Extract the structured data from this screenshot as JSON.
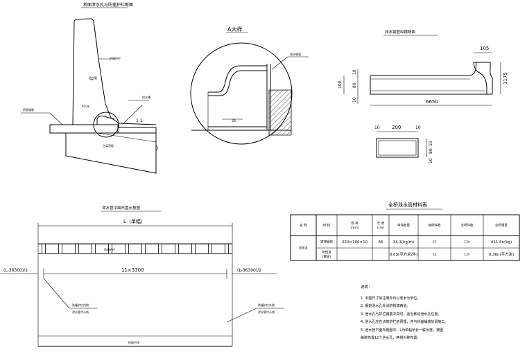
{
  "section_view": {
    "title": "桥面泄水孔与防撞护栏断面",
    "label_barrier": "防撞护栏",
    "label_pipe": "泄水管",
    "label_detail_a": "A大样",
    "label_deck": "桥面铺装",
    "label_slope": "1:1",
    "label_slab": "主梁顶板",
    "label_side": "排水槽"
  },
  "detail_a": {
    "title": "A大样",
    "label_pipe": "排水钢管",
    "dim_25": "25"
  },
  "pipe_view": {
    "title": "排水钢管纵横断面",
    "dim_105": "105",
    "dim_1175": "1175",
    "dim_10a": "10",
    "dim_80": "80",
    "dim_10b": "10",
    "dim_100": "100",
    "dim_6650": "6650",
    "sec_10a": "10",
    "sec_200": "200",
    "sec_10b": "10",
    "sec_10c": "10",
    "sec_80": "80",
    "sec_10d": "10"
  },
  "plan_view": {
    "title": "泄水管平面布置示意图",
    "length_label": "L（单幅）",
    "left_offset": "(L-36300)/2",
    "right_offset": "(L-36300)/2",
    "spacing": "11×3300",
    "label_barrier": "防撞护栏",
    "label_left_1": "防撞护栏内侧",
    "label_left_2": "泄水管中心线",
    "label_right_1": "防撞护栏外侧",
    "label_right_2": "泄水管中心线",
    "label_deck": "桥面中线"
  },
  "material_table": {
    "title": "全桥泄水管材料表",
    "headers": [
      "名 称",
      "材 料",
      "规 格\n(mm)",
      "长 度\n(cm)",
      "单件数量",
      "每侧件数",
      "全桥件数",
      "全桥重量"
    ],
    "rows": [
      [
        "泄水孔",
        "镀锌钢管",
        "220×100×10",
        "66",
        "34.3(kg/m)",
        "12",
        "12n",
        "411.6n(kg)"
      ],
      [
        "",
        "防锈漆\n(两道)",
        "",
        "",
        "0.03(平方米/件)",
        "12",
        "12n",
        "0.36n(平方米)"
      ]
    ]
  },
  "notes": {
    "heading": "说明：",
    "items": [
      "1. 本图尺寸除注明外均以毫米为单位。",
      "2. 钢管泄水孔外涂防锈漆两道。",
      "3. 泄水孔与护栏钢筋冲突时，适当移动泄水孔位置。",
      "4. 泄水孔应在浇筑护栏前预埋，并与桥面铺装协调施工。",
      "5. 泄水管平面布置图中，L为单幅桥长一联长度，按图",
      "   每跨布置12个泄水孔，两侧对称布置。"
    ]
  }
}
